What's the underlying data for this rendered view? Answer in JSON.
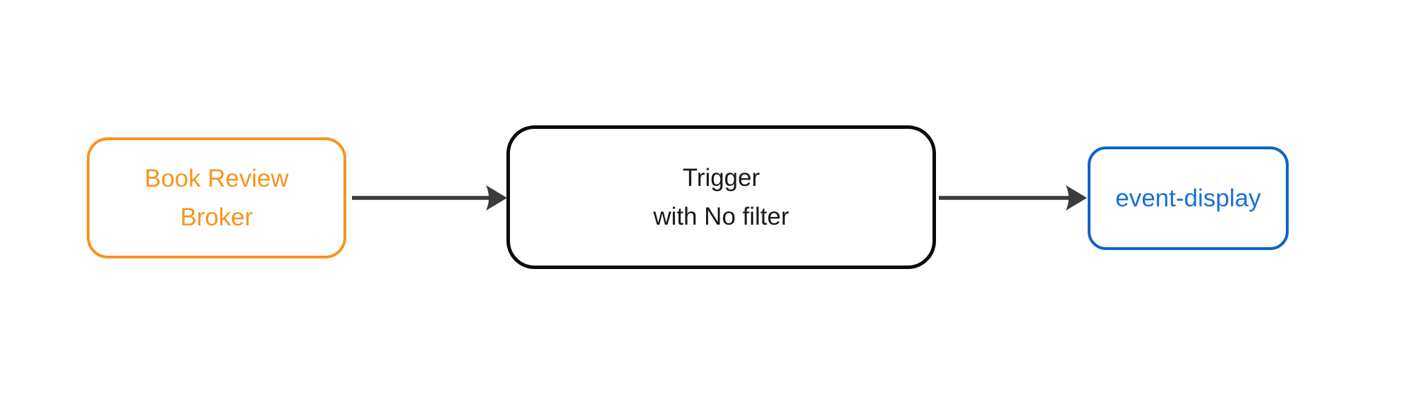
{
  "diagram": {
    "type": "flowchart",
    "direction": "left-to-right",
    "background": "#ffffff",
    "arrow_color": "#3b3b3b",
    "nodes": [
      {
        "id": "broker",
        "label": "Book Review\nBroker",
        "text_color": "#F79421",
        "border_color": "#F79421"
      },
      {
        "id": "trigger",
        "label": "Trigger\nwith No filter",
        "text_color": "#1a1a1a",
        "border_color": "#0b0b0b"
      },
      {
        "id": "event-display",
        "label": "event-display",
        "text_color": "#1b70d3",
        "border_color": "#0d63c8"
      }
    ],
    "edges": [
      {
        "from": "broker",
        "to": "trigger"
      },
      {
        "from": "trigger",
        "to": "event-display"
      }
    ]
  }
}
